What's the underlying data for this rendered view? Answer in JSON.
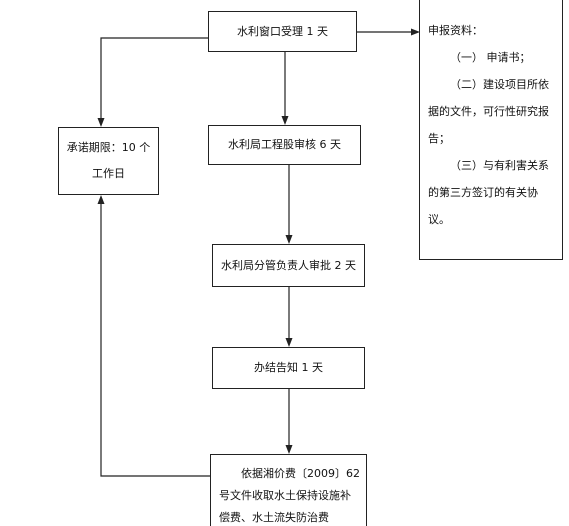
{
  "nodes": {
    "window": {
      "label": "水利窗口受理 1 天"
    },
    "commit": {
      "line1": "承诺期限：10 个",
      "line2": "工作日"
    },
    "eng": {
      "label": "水利局工程股审核 6 天"
    },
    "approve": {
      "label": "水利局分管负责人审批 2 天"
    },
    "notice": {
      "label": "办结告知 1 天"
    },
    "fee": {
      "line1": "依据湘价费〔2009〕62",
      "line2": "号文件收取水土保持设施补",
      "line3": "偿费、水土流失防治费"
    },
    "materials": {
      "title": "申报资料：",
      "item1": "（一） 申请书；",
      "item2a": "（二）建设项目所依",
      "item2b": "据的文件，可行性研究报",
      "item2c": "告；",
      "item3a": "（三）与有利害关系",
      "item3b": "的第三方签订的有关协",
      "item3c": "议。"
    }
  }
}
